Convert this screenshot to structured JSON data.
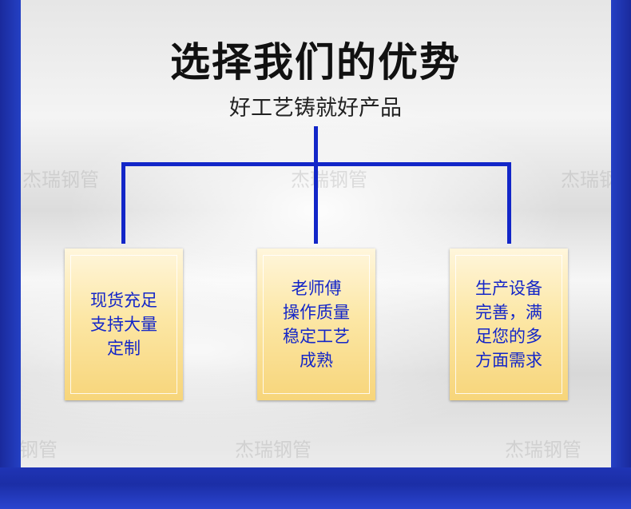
{
  "title": "选择我们的优势",
  "subtitle": "好工艺铸就好产品",
  "watermark": "杰瑞钢管",
  "cards": [
    {
      "text": "现货充足\n支持大量\n定制"
    },
    {
      "text": "老师傅\n操作质量\n稳定工艺\n成熟"
    },
    {
      "text": "生产设备\n完善，满\n足您的多\n方面需求"
    }
  ],
  "colors": {
    "frame_blue": "#1c2fa6",
    "connector_blue": "#1226c8",
    "card_text": "#1426c8",
    "card_gold": "#f7d57a"
  }
}
